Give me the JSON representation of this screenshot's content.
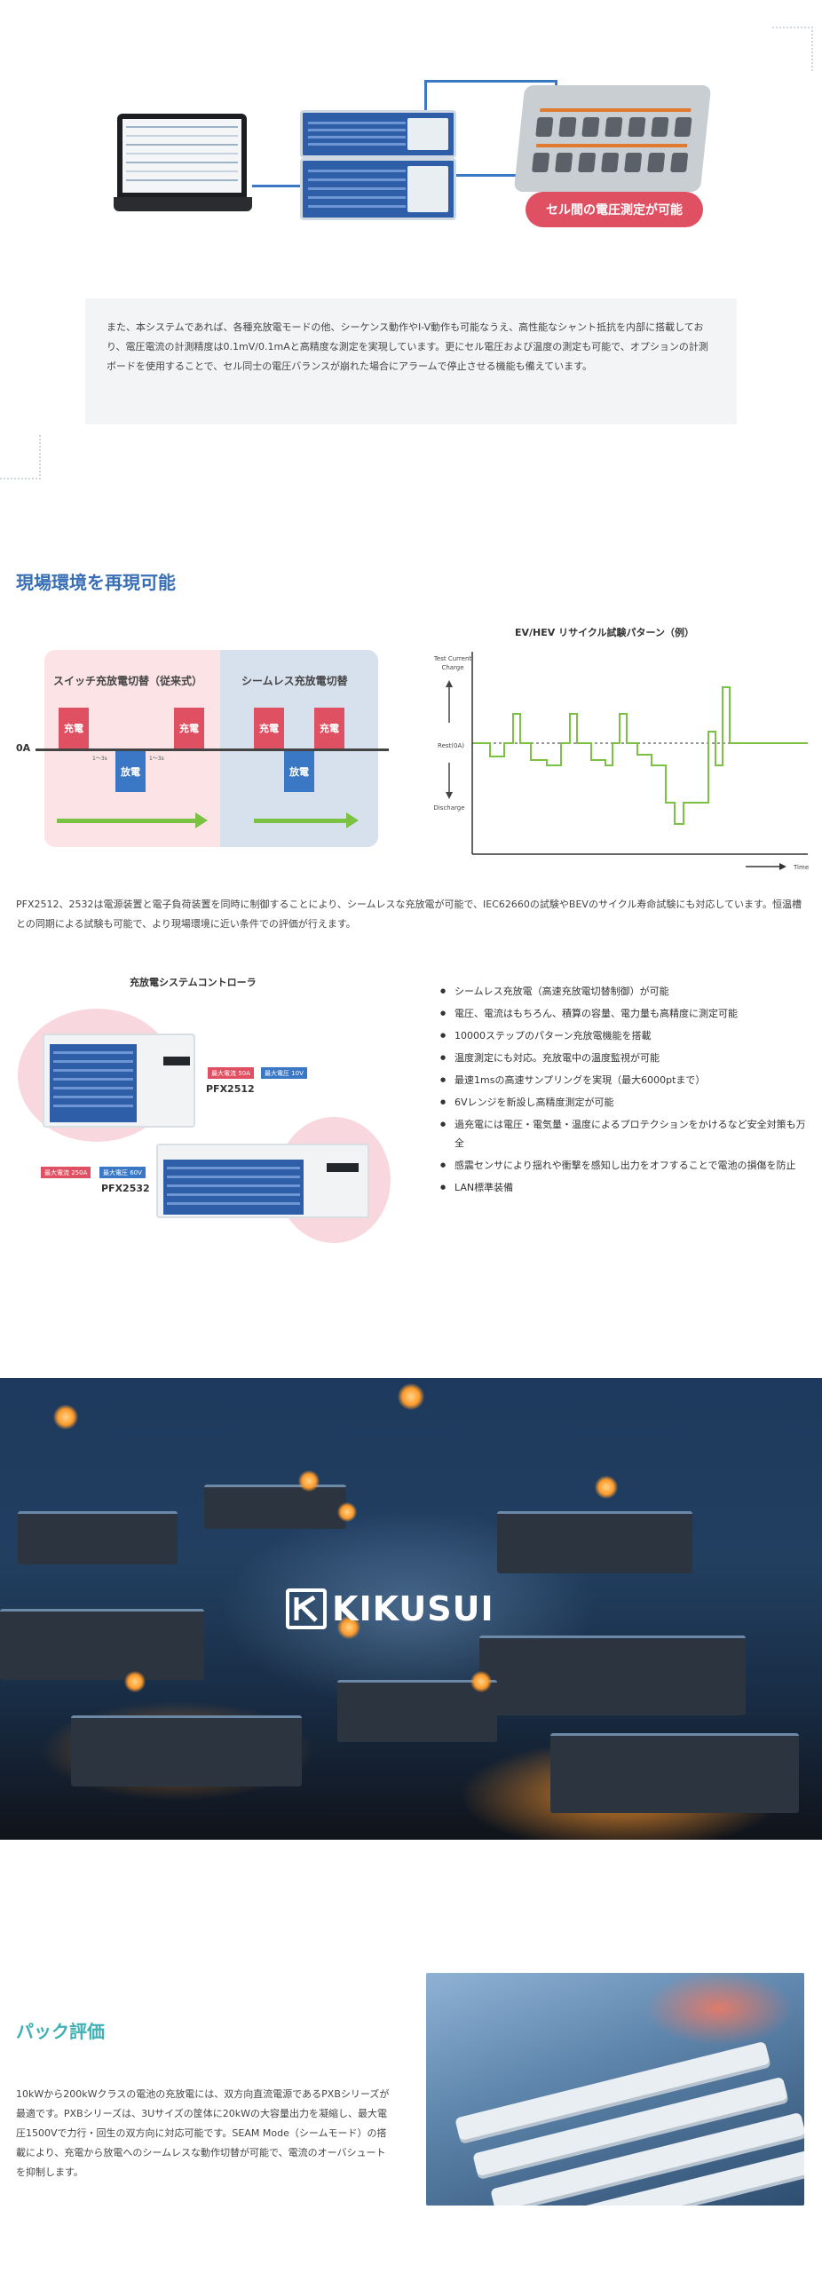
{
  "diagram": {
    "cell_badge": "セル間の電圧測定が可能"
  },
  "info_box": {
    "text": "また、本システムであれば、各種充放電モードの他、シーケンス動作やI-V動作も可能なうえ、高性能なシャント抵抗を内部に搭載しており、電圧電流の計測精度は0.1mV/0.1mAと高精度な測定を実現しています。更にセル電圧および温度の測定も可能で、オプションの計測ボードを使用することで、セル同士の電圧バランスが崩れた場合にアラームで停止させる機能も備えています。"
  },
  "section_reproduce": {
    "title": "現場環境を再現可能",
    "switch_diagram": {
      "left_label": "スイッチ充放電切替（従来式）",
      "right_label": "シームレス充放電切替",
      "zero_label": "0A",
      "charge": "充電",
      "discharge": "放電",
      "gap_label": "1～3s"
    },
    "chart": {
      "title": "EV/HEV リサイクル試験パターン（例）",
      "y_top_label": "Test Current Charge",
      "y_mid_label": "Rest(0A)",
      "y_bottom_label": "Discharge",
      "x_label": "Time"
    },
    "description": "PFX2512、2532は電源装置と電子負荷装置を同時に制御することにより、シームレスな充放電が可能で、IEC62660の試験やBEVのサイクル寿命試験にも対応しています。恒温槽との同期による試験も可能で、より現場環境に近い条件での評価が行えます。"
  },
  "products": {
    "title": "充放電システムコントローラ",
    "pfx2512": {
      "model": "PFX2512",
      "tag_current": "最大電流 50A",
      "tag_voltage": "最大電圧 10V"
    },
    "pfx2532": {
      "model": "PFX2532",
      "tag_current": "最大電流 250A",
      "tag_voltage": "最大電圧 60V"
    },
    "features": [
      "シームレス充放電（高速充放電切替制御）が可能",
      "電圧、電流はもちろん、積算の容量、電力量も高精度に測定可能",
      "10000ステップのパターン充放電機能を搭載",
      "温度測定にも対応。充放電中の温度監視が可能",
      "最速1msの高速サンプリングを実現（最大6000ptまで）",
      "6Vレンジを新設し高精度測定が可能",
      "過充電には電圧・電気量・温度によるプロテクションをかけるなど安全対策も万全",
      "感震センサにより揺れや衝撃を感知し出力をオフすることで電池の損傷を防止",
      "LAN標準装備"
    ]
  },
  "banner": {
    "logo_text": "KIKUSUI"
  },
  "section_pack": {
    "title": "パック評価",
    "text": "10kWから200kWクラスの電池の充放電には、双方向直流電源であるPXBシリーズが最適です。PXBシリーズは、3Uサイズの筐体に20kWの大容量出力を凝縮し、最大電圧1500Vで力行・回生の双方向に対応可能です。SEAM Mode（シームモード）の搭載により、充電から放電へのシームレスな動作切替が可能で、電流のオーバシュートを抑制します。"
  },
  "colors": {
    "accent_blue": "#3a6fb5",
    "accent_teal": "#3fb0b4",
    "charge_red": "#e05063",
    "discharge_blue": "#3a78c6",
    "pattern_green": "#7bc142"
  }
}
